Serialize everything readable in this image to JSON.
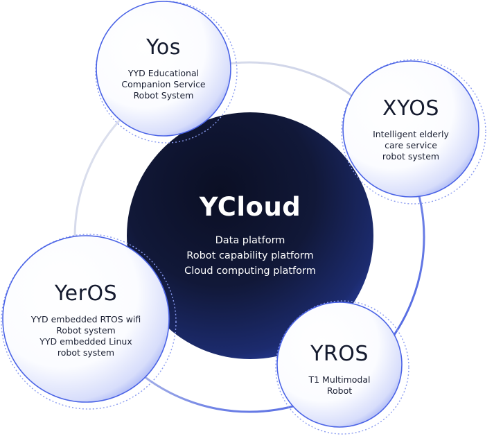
{
  "colors": {
    "hub_dark": "#0c1029",
    "hub_mid": "#1a2457",
    "hub_accent": "#3a55e0",
    "satellite_edge": "#4a63e6",
    "satellite_fill_light": "#ffffff",
    "orbit_ring": "#4a5fe0",
    "orbit_ring_faint": "#dfe3f1"
  },
  "hub": {
    "title": "YCloud",
    "lines": [
      "Data platform",
      "Robot capability platform",
      "Cloud computing platform"
    ]
  },
  "satellites": [
    {
      "id": "yos",
      "title": "Yos",
      "desc": "YYD Educational\nCompanion Service\nRobot System"
    },
    {
      "id": "xyos",
      "title": "XYOS",
      "desc": "Intelligent elderly\ncare service\nrobot system"
    },
    {
      "id": "yeros",
      "title": "YerOS",
      "desc": "YYD embedded RTOS wifi\nRobot system\nYYD embedded Linux\nrobot system"
    },
    {
      "id": "yros",
      "title": "YROS",
      "desc": "T1 Multimodal\nRobot"
    }
  ]
}
